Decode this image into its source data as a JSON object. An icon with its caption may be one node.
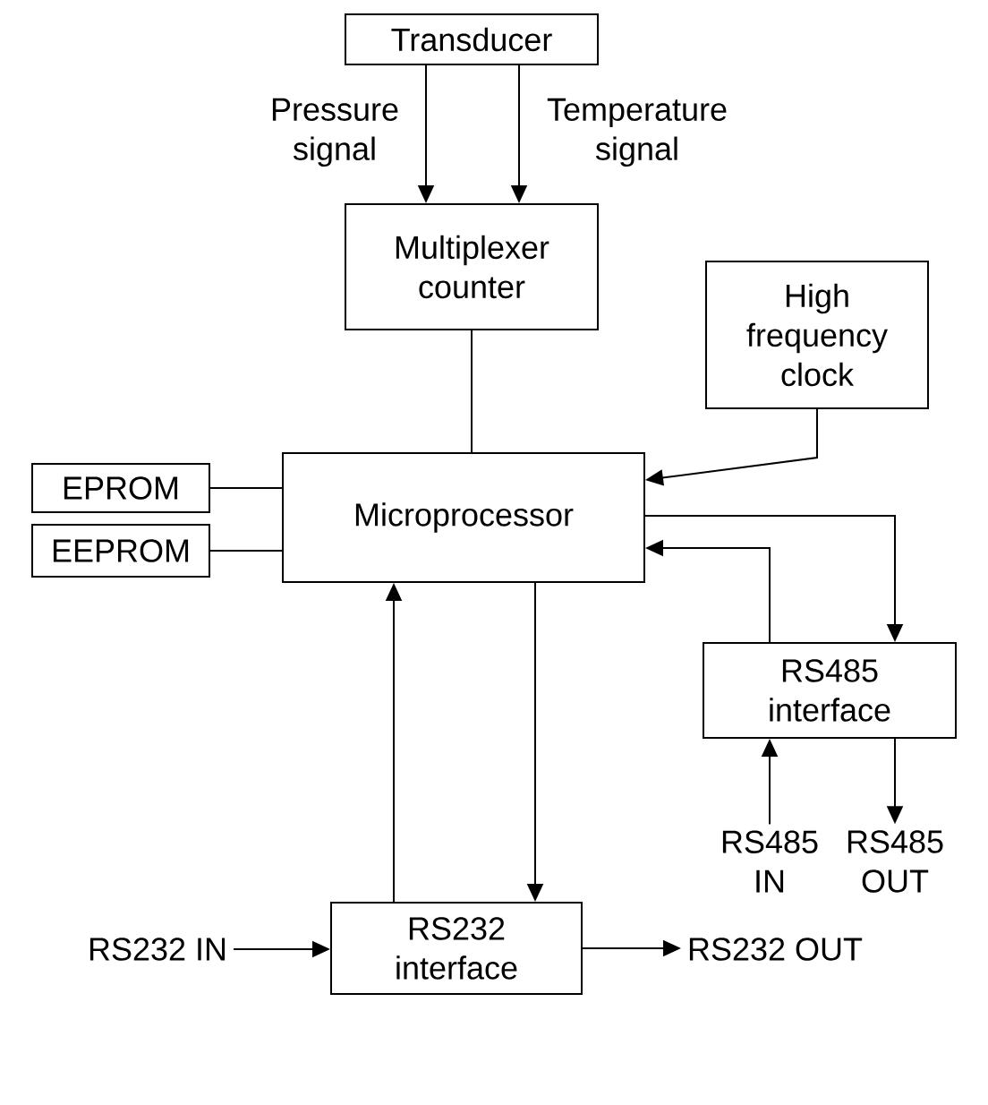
{
  "diagram": {
    "nodes": [
      {
        "text": [
          "Transducer"
        ]
      },
      {
        "text": [
          "Multiplexer counter"
        ]
      },
      {
        "text": [
          "High frequency clock"
        ]
      },
      {
        "text": [
          "EPROM"
        ]
      },
      {
        "text": [
          "Microprocessor"
        ]
      },
      {
        "text": [
          "EEPROM"
        ]
      },
      {
        "text": [
          "RS485 interface"
        ]
      },
      {
        "text": [
          "RS485 IN"
        ]
      },
      {
        "text": [
          "RS485 OUT"
        ]
      },
      {
        "text": [
          "RS232 IN"
        ]
      },
      {
        "text": [
          "RS232 interface"
        ]
      },
      {
        "text": [
          "RS232 OUT"
        ]
      }
    ],
    "edges": [
      {
        "from": 0,
        "to": 1,
        "arrow": "to",
        "label": "Pressure signal"
      },
      {
        "from": 0,
        "to": 1,
        "arrow": "to",
        "label": "Temperature signal"
      },
      {
        "from": 1,
        "to": 4,
        "arrow": "none"
      },
      {
        "from": 2,
        "to": 4,
        "arrow": "to"
      },
      {
        "from": 3,
        "to": 4,
        "arrow": "none"
      },
      {
        "from": 5,
        "to": 4,
        "arrow": "none"
      },
      {
        "from": 4,
        "to": 6,
        "arrow": "to"
      },
      {
        "from": 6,
        "to": 4,
        "arrow": "to"
      },
      {
        "from": 10,
        "to": 4,
        "arrow": "to"
      },
      {
        "from": 4,
        "to": 10,
        "arrow": "to"
      },
      {
        "from": 7,
        "to": 6,
        "arrow": "to"
      },
      {
        "from": 6,
        "to": 8,
        "arrow": "to"
      },
      {
        "from": 9,
        "to": 10,
        "arrow": "to"
      },
      {
        "from": 10,
        "to": 11,
        "arrow": "to"
      }
    ]
  }
}
